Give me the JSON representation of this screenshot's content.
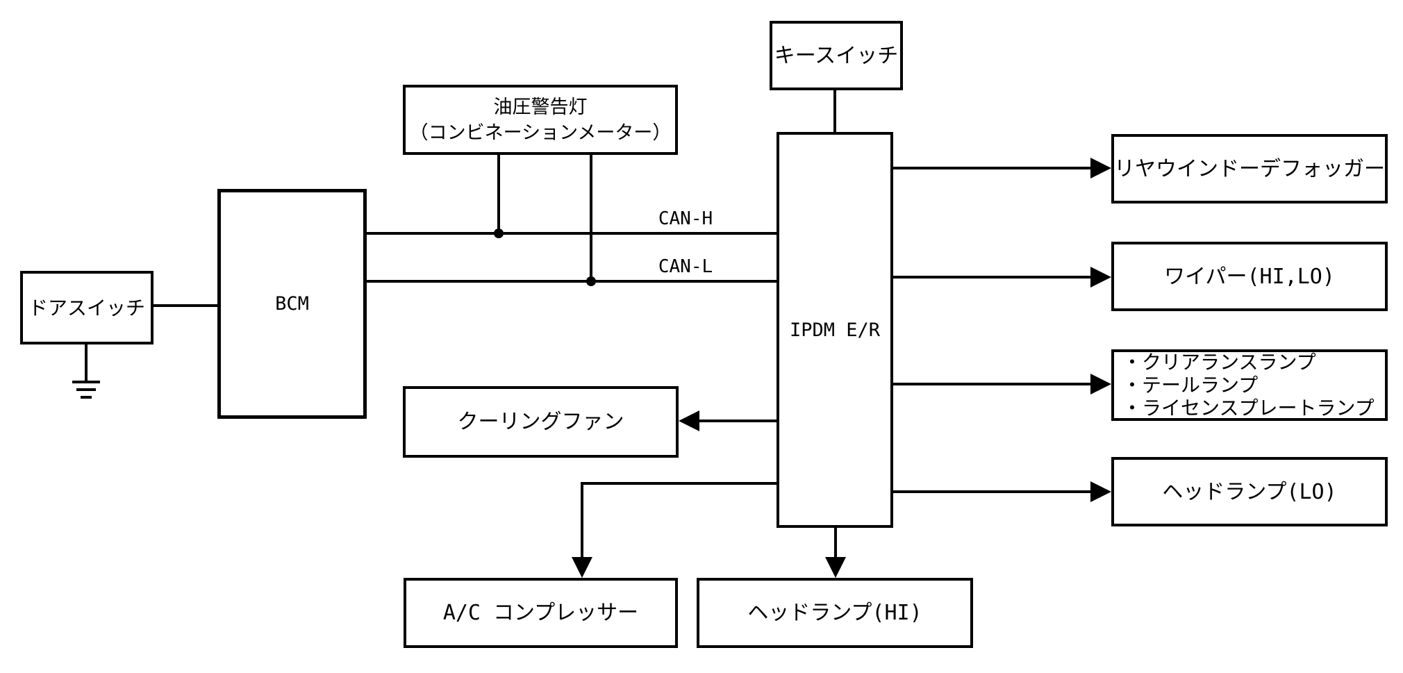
{
  "diagram": {
    "title": "IPDM E/R system block diagram",
    "nodes": {
      "key_switch": {
        "label": "キースイッチ"
      },
      "oil_warning": {
        "label_line1": "油圧警告灯",
        "label_line2": "（コンビネーションメーター）"
      },
      "door_switch": {
        "label": "ドアスイッチ"
      },
      "bcm": {
        "label": "BCM"
      },
      "ipdm": {
        "label": "IPDM E/R"
      },
      "rear_defogger": {
        "label": "リヤウインドーデフォッガー"
      },
      "wiper": {
        "label": "ワイパー(HI,LO)"
      },
      "lamps_group": {
        "items": [
          "・クリアランスランプ",
          "・テールランプ",
          "・ライセンスプレートランプ"
        ]
      },
      "headlamp_lo": {
        "label": "ヘッドランプ(LO)"
      },
      "cooling_fan": {
        "label": "クーリングファン"
      },
      "ac_compressor": {
        "label": "A/C コンプレッサー"
      },
      "headlamp_hi": {
        "label": "ヘッドランプ(HI)"
      }
    },
    "bus_labels": {
      "can_h": "CAN-H",
      "can_l": "CAN-L"
    },
    "colors": {
      "line": "#000000",
      "background": "#ffffff"
    }
  }
}
